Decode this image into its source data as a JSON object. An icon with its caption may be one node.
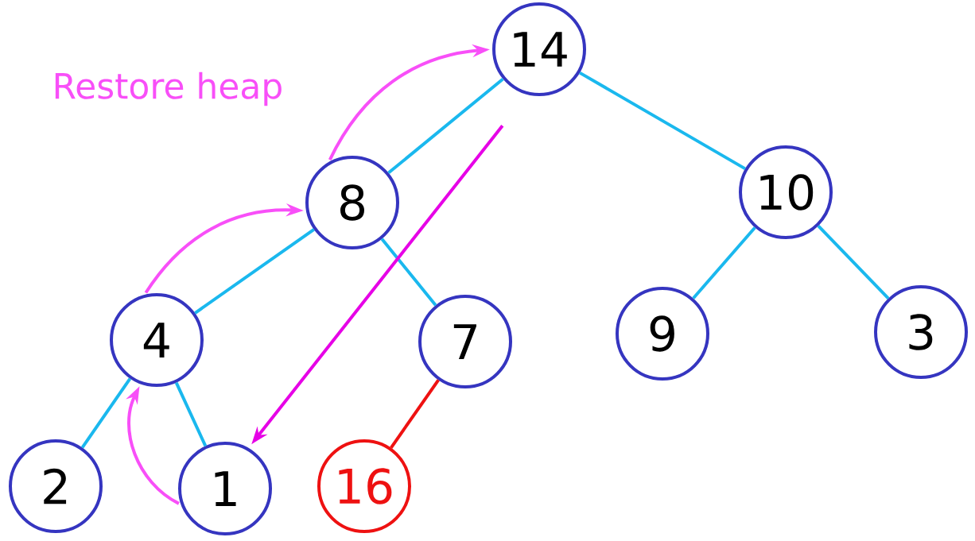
{
  "diagram": {
    "nodes": [
      {
        "text": [
          "14"
        ]
      },
      {
        "text": [
          "8"
        ]
      },
      {
        "text": [
          "10"
        ]
      },
      {
        "text": [
          "4"
        ]
      },
      {
        "text": [
          "7"
        ]
      },
      {
        "text": [
          "9"
        ]
      },
      {
        "text": [
          "3"
        ]
      },
      {
        "text": [
          "2"
        ]
      },
      {
        "text": [
          "1"
        ]
      },
      {
        "text": [
          "16"
        ]
      }
    ],
    "edges": [
      {
        "from": 0,
        "to": 1,
        "arrow": "none"
      },
      {
        "from": 0,
        "to": 2,
        "arrow": "none"
      },
      {
        "from": 1,
        "to": 3,
        "arrow": "none"
      },
      {
        "from": 1,
        "to": 4,
        "arrow": "none"
      },
      {
        "from": 2,
        "to": 5,
        "arrow": "none"
      },
      {
        "from": 2,
        "to": 6,
        "arrow": "none"
      },
      {
        "from": 3,
        "to": 7,
        "arrow": "none"
      },
      {
        "from": 3,
        "to": 8,
        "arrow": "none"
      },
      {
        "from": 4,
        "to": 9,
        "arrow": "none",
        "color": "#ee1111"
      },
      {
        "from": 1,
        "to": 0,
        "arrow": "to",
        "color": "#f84ff8"
      },
      {
        "from": 3,
        "to": 1,
        "arrow": "to",
        "color": "#f84ff8"
      },
      {
        "from": 8,
        "to": 3,
        "arrow": "to",
        "color": "#f84ff8"
      },
      {
        "from": 0,
        "to": 8,
        "arrow": "to",
        "color": "#e600e6"
      }
    ],
    "labels": [
      "Restore heap"
    ]
  }
}
